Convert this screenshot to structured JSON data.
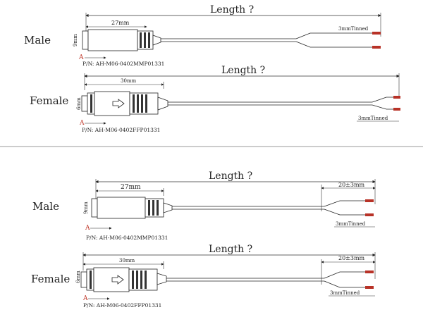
{
  "panels": [
    {
      "cables": [
        {
          "label": "Male",
          "length_label": "Length ?",
          "dim_label": "27mm",
          "dia_label": "9mm",
          "tinned_label": "3mmTinned",
          "pin_label": "A",
          "part_number": "P/N: AH-M06-0402MMP01331"
        },
        {
          "label": "Female",
          "length_label": "Length ?",
          "dim_label": "30mm",
          "dia_label": "6mm",
          "tinned_label": "3mmTinned",
          "pin_label": "A",
          "part_number": "P/N: AH-M06-0402FFP01331"
        }
      ]
    },
    {
      "cables": [
        {
          "label": "Male",
          "length_label": "Length ?",
          "dim_label": "27mm",
          "dia_label": "9mm",
          "strip_label": "20±3mm",
          "tinned_label": "3mmTinned",
          "pin_label": "A",
          "part_number": "P/N: AH-M06-0402MMP01331"
        },
        {
          "label": "Female",
          "length_label": "Length ?",
          "dim_label": "30mm",
          "dia_label": "6mm",
          "strip_label": "20±3mm",
          "tinned_label": "3mmTinned",
          "pin_label": "A",
          "part_number": "P/N: AH-M06-0402FFP01331"
        }
      ]
    }
  ],
  "colors": {
    "line": "#222222",
    "accent": "#c0392b",
    "tip": "#b83227"
  }
}
